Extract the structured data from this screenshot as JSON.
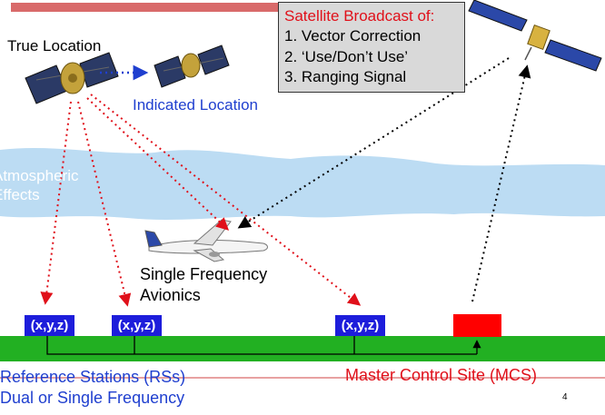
{
  "labels": {
    "true_location": "True Location",
    "indicated_location": "Indicated Location",
    "atmospheric_line1": "Atmospheric",
    "atmospheric_line2": "Effects",
    "avionics_line1": "Single Frequency",
    "avionics_line2": "Avionics",
    "rs_line1": "Reference Stations (RSs)",
    "rs_line2": "Dual or Single Frequency",
    "mcs": "Master Control Site (MCS)",
    "page_number": "4"
  },
  "callout": {
    "heading": "Satellite Broadcast of:",
    "items": [
      "1.  Vector Correction",
      "2.  ‘Use/Don’t Use’",
      "3.  Ranging Signal"
    ]
  },
  "stations": [
    {
      "label": "(x,y,z)"
    },
    {
      "label": "(x,y,z)"
    },
    {
      "label": "(x,y,z)"
    }
  ],
  "colors": {
    "red_arrow": "#e0101a",
    "blue_arrow": "#1f3fcf",
    "ground": "#22b022",
    "cloud": "#bcdcf3",
    "station_box": "#1d1ddb",
    "mcs_box": "#ff0000"
  }
}
